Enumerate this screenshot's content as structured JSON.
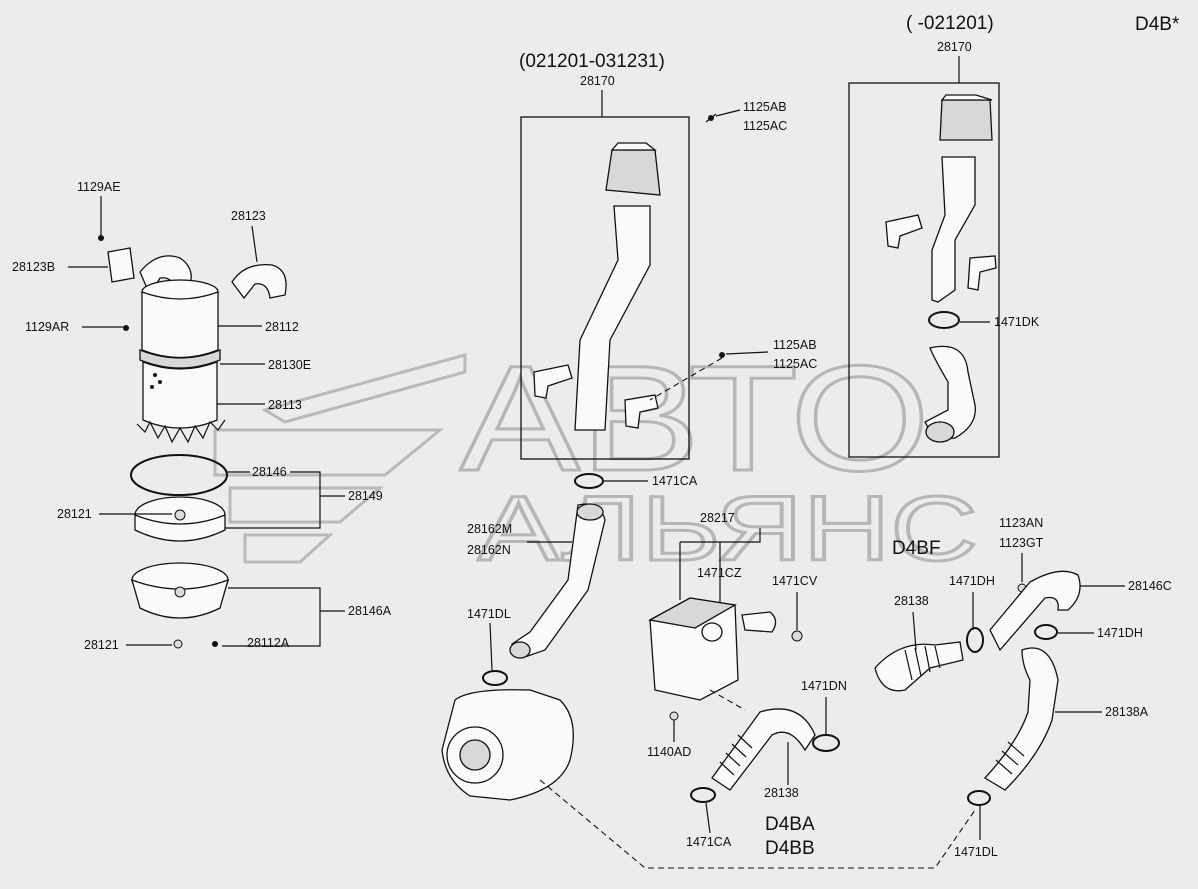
{
  "variant_code": "D4B*",
  "headers": {
    "early": "( -021201)",
    "middle": "(021201-031231)"
  },
  "engine_labels": {
    "d4bf": "D4BF",
    "d4ba": "D4BA",
    "d4bb": "D4BB"
  },
  "watermark": {
    "line1": "АВТО",
    "line2": "АЛЬЯНС"
  },
  "parts": {
    "p28170_right": "28170",
    "p28170_mid": "28170",
    "p1125AB_top": "1125AB",
    "p1125AC_top": "1125AC",
    "p1125AB_mid": "1125AB",
    "p1125AC_mid": "1125AC",
    "p1471DK": "1471DK",
    "p1129AE": "1129AE",
    "p28123": "28123",
    "p28123B": "28123B",
    "p1129AR": "1129AR",
    "p28112": "28112",
    "p28130E": "28130E",
    "p28113": "28113",
    "p28146": "28146",
    "p28149": "28149",
    "p28121_a": "28121",
    "p28146A": "28146A",
    "p28121_b": "28121",
    "p28112A": "28112A",
    "p1471CA_top": "1471CA",
    "p28162M": "28162M",
    "p28162N": "28162N",
    "p28217": "28217",
    "p1471CZ": "1471CZ",
    "p1471CV": "1471CV",
    "p1471DL_left": "1471DL",
    "p1140AD": "1140AD",
    "p1471DN": "1471DN",
    "p28138_mid": "28138",
    "p1471CA_bot": "1471CA",
    "p1123AN": "1123AN",
    "p1123GT": "1123GT",
    "p28146C": "28146C",
    "p1471DH_a": "1471DH",
    "p28138_right": "28138",
    "p1471DH_b": "1471DH",
    "p28138A": "28138A",
    "p1471DL_right": "1471DL"
  }
}
